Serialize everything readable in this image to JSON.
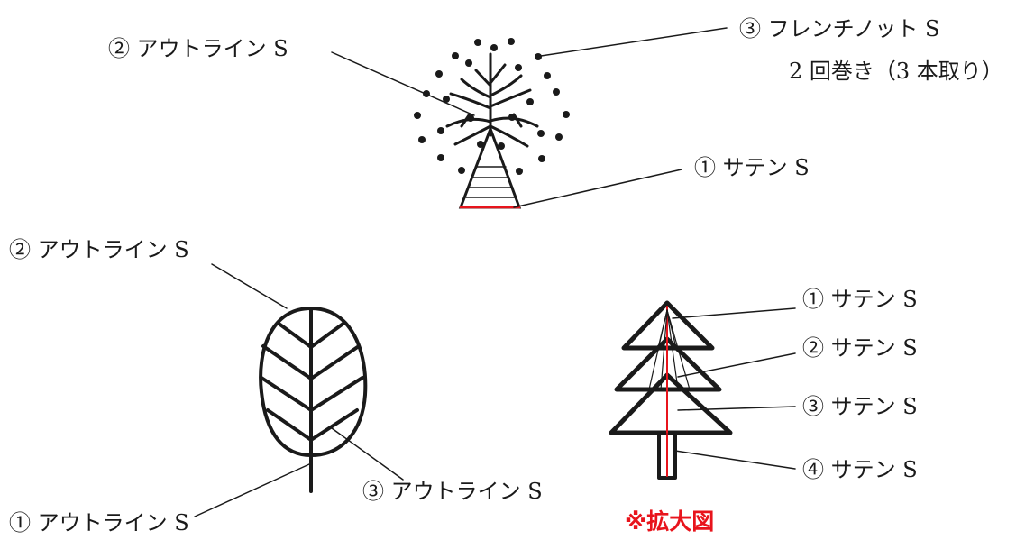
{
  "tree1": {
    "label_french": "③ フレンチノット S",
    "label_french_detail": "2 回巻き（3 本取り）",
    "label_outline": "② アウトライン S",
    "label_satin": "① サテン S"
  },
  "tree2": {
    "label_outline_top": "② アウトライン S",
    "label_outline_stem": "① アウトライン S",
    "label_outline_veins": "③ アウトライン S"
  },
  "tree3": {
    "label_satin_1": "① サテン S",
    "label_satin_2": "② サテン S",
    "label_satin_3": "③ サテン S",
    "label_satin_4": "④ サテン S",
    "note": "※拡大図"
  },
  "colors": {
    "line": "#1a1a1a",
    "accent": "#e8141c"
  }
}
